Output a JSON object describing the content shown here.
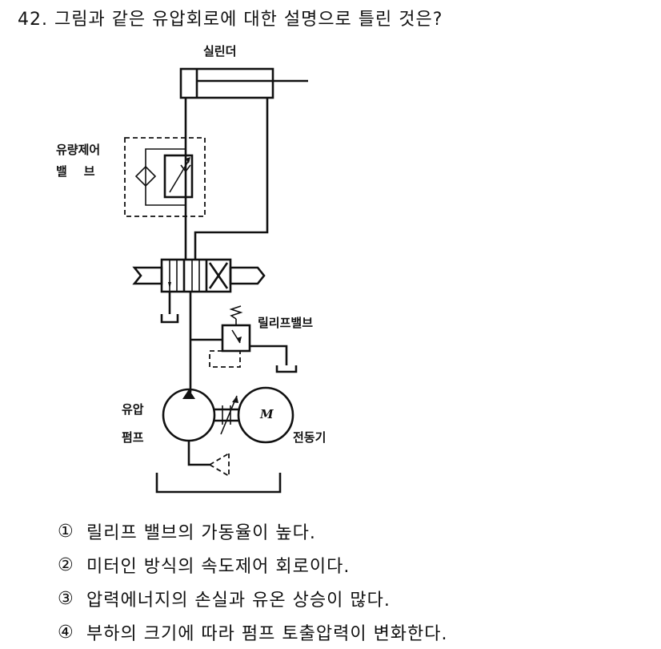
{
  "question": {
    "text": "42. 그림과 같은 유압회로에 대한 설명으로 틀린 것은?"
  },
  "diagram": {
    "labels": {
      "cylinder": "실린더",
      "flow_control_valve_line1": "유량제어",
      "flow_control_valve_line2": "밸    브",
      "relief_valve": "릴리프밸브",
      "pump_line1": "유압",
      "pump_line2": "펌프",
      "motor_symbol": "M",
      "motor": "전동기"
    }
  },
  "options": [
    {
      "num": "①",
      "text": "릴리프 밸브의 가동율이 높다."
    },
    {
      "num": "②",
      "text": "미터인 방식의 속도제어 회로이다."
    },
    {
      "num": "③",
      "text": "압력에너지의 손실과 유온 상승이 많다."
    },
    {
      "num": "④",
      "text": "부하의 크기에 따라 펌프 토출압력이 변화한다."
    }
  ]
}
